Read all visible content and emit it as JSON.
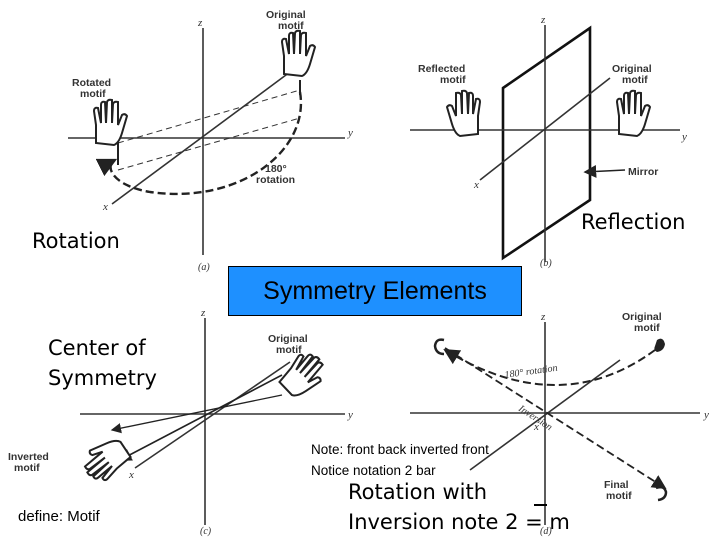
{
  "title": "Symmetry Elements",
  "panels": {
    "a": {
      "caption": "Rotation",
      "label_original": [
        "Original",
        "motif"
      ],
      "label_rotated": [
        "Rotated",
        "motif"
      ],
      "label_angle": [
        "180°",
        "rotation"
      ],
      "sub": "(a)"
    },
    "b": {
      "caption": "Reflection",
      "label_reflected": [
        "Reflected",
        "motif"
      ],
      "label_original": [
        "Original",
        "motif"
      ],
      "label_mirror": "Mirror",
      "sub": "(b)"
    },
    "c": {
      "caption": [
        "Center of",
        "Symmetry"
      ],
      "label_original": [
        "Original",
        "motif"
      ],
      "label_inverted": [
        "Inverted",
        "motif"
      ],
      "sub": "(c)"
    },
    "d": {
      "label_original": [
        "Original",
        "motif"
      ],
      "label_final": [
        "Final",
        "motif"
      ],
      "label_rotation": "180° rotation",
      "label_inversion": "Inversion",
      "sub": "(d)"
    }
  },
  "axes": {
    "x": "x",
    "y": "y",
    "z": "z"
  },
  "notes": {
    "line1": "Note: front back inverted front",
    "line2": "Notice notation 2 bar",
    "define": "define: Motif",
    "rot_inv_line1": "Rotation with",
    "rot_inv_line2": "Inversion note 2 = m"
  }
}
